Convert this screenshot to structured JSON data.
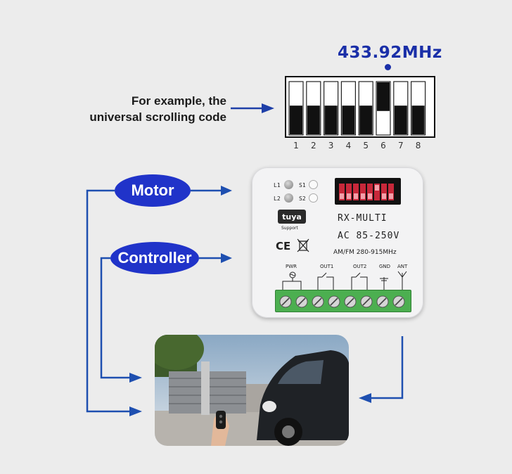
{
  "frequency_label": "433.92MHz",
  "example_text": [
    "For example, the",
    "universal scrolling code"
  ],
  "dip_switch": {
    "numbers": [
      "1",
      "2",
      "3",
      "4",
      "5",
      "6",
      "7",
      "8"
    ],
    "positions": [
      "down",
      "down",
      "down",
      "down",
      "down",
      "up",
      "down",
      "down"
    ]
  },
  "labels": {
    "motor": "Motor",
    "controller": "Controller"
  },
  "device": {
    "led1": "L1",
    "led2": "L2",
    "s1": "S1",
    "s2": "S2",
    "brand": "tuya",
    "brand_sub": "Support",
    "model": "RX-MULTI",
    "voltage": "AC 85-250V",
    "band": "AM/FM 280-915MHz",
    "ce_mark": "CE",
    "terminals": [
      "PWR",
      "OUT1",
      "OUT2",
      "GND",
      "ANT"
    ]
  },
  "colors": {
    "accent": "#2033c9",
    "arrow": "#1e3fa8",
    "terminal_block": "#4caf50"
  }
}
